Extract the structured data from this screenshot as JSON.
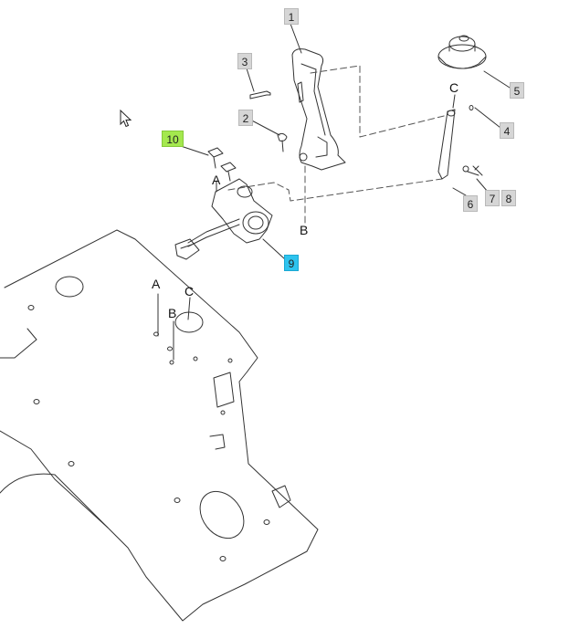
{
  "callouts": [
    {
      "id": "1",
      "label": "1",
      "highlight": "none"
    },
    {
      "id": "2",
      "label": "2",
      "highlight": "none"
    },
    {
      "id": "3",
      "label": "3",
      "highlight": "none"
    },
    {
      "id": "4",
      "label": "4",
      "highlight": "none"
    },
    {
      "id": "5",
      "label": "5",
      "highlight": "none"
    },
    {
      "id": "6",
      "label": "6",
      "highlight": "none"
    },
    {
      "id": "7",
      "label": "7",
      "highlight": "none"
    },
    {
      "id": "8",
      "label": "8",
      "highlight": "none"
    },
    {
      "id": "9",
      "label": "9",
      "highlight": "blue"
    },
    {
      "id": "10",
      "label": "10",
      "highlight": "green"
    }
  ],
  "letters": {
    "a_upper": "A",
    "b_upper": "B",
    "c_upper": "C",
    "a_lower": "A",
    "b_lower": "B",
    "c_lower": "C"
  },
  "colors": {
    "callout_default": "#d6d6d6",
    "callout_green": "#a4e84e",
    "callout_blue": "#2ec3ee",
    "line": "#333333"
  }
}
